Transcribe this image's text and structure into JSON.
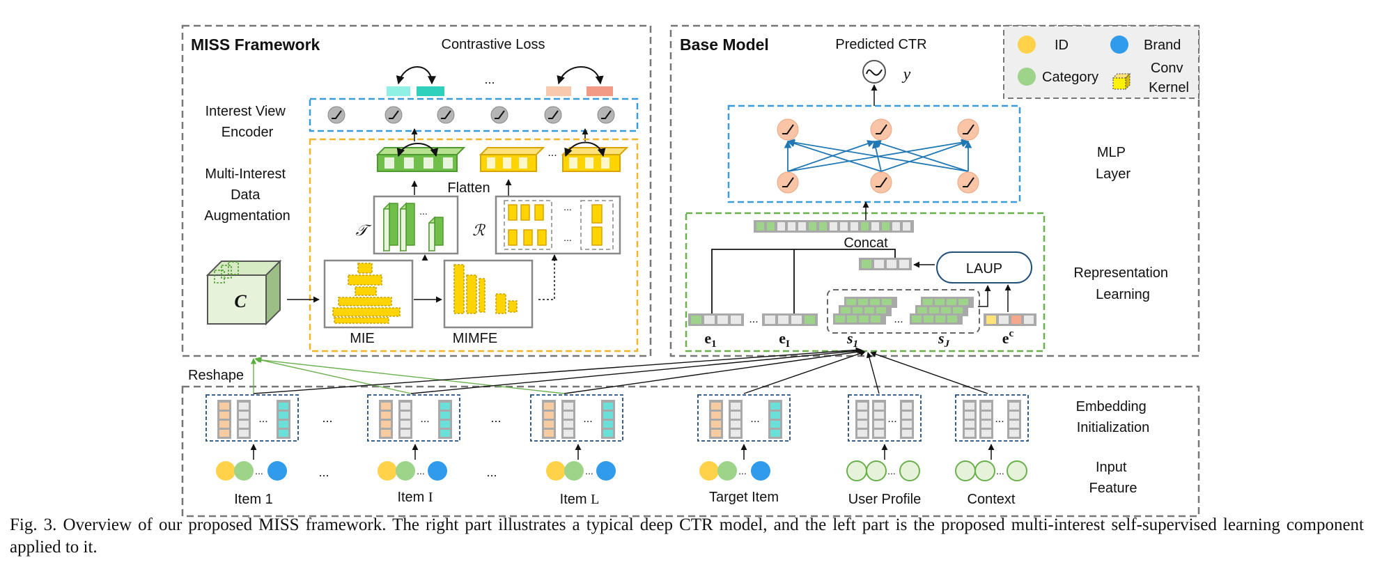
{
  "panels": {
    "miss_title": "MISS Framework",
    "base_title": "Base Model"
  },
  "left": {
    "contrastive_loss": "Contrastive Loss",
    "dots": "...",
    "interest_view_encoder": [
      "Interest View",
      "Encoder"
    ],
    "multi_interest_da": [
      "Multi-Interest",
      "Data",
      "Augmentation"
    ],
    "flatten": "Flatten",
    "op_t": "𝒯",
    "op_r": "ℛ",
    "c_symbol": "C",
    "mie": "MIE",
    "mimfe": "MIMFE",
    "reshape": "Reshape"
  },
  "right": {
    "predicted_ctr": "Predicted CTR",
    "y_symbol": "y",
    "mlp_layer": [
      "MLP",
      "Layer"
    ],
    "concat": "Concat",
    "laup": "LAUP",
    "representation_learning": [
      "Representation",
      "Learning"
    ],
    "e1": "e",
    "e1_sub": "1",
    "eI": "e",
    "eI_sub": "I",
    "s1": "s",
    "s1_sub": "1",
    "sJ": "s",
    "sJ_sub": "J",
    "ec": "e",
    "ec_sup": "c"
  },
  "legend": {
    "id": "ID",
    "brand": "Brand",
    "category": "Category",
    "conv_kernel": [
      "Conv",
      "Kernel"
    ]
  },
  "bottom": {
    "embedding_init": [
      "Embedding",
      "Initialization"
    ],
    "input_feature": [
      "Input",
      "Feature"
    ],
    "item1": "Item 1",
    "itemI_prefix": "Item ",
    "itemI_var": "I",
    "itemL_prefix": "Item ",
    "itemL_var": "L",
    "target_item": "Target Item",
    "user_profile": "User Profile",
    "context": "Context",
    "ellipsis": "..."
  },
  "caption": "Fig. 3.  Overview of our proposed MISS framework. The right part illustrates a typical deep CTR model, and the left part is the proposed multi-interest self-supervised learning component applied to it.",
  "colors": {
    "id_yellow": "#FFD24A",
    "brand_blue": "#2F9BEA",
    "category_green": "#9ED38A",
    "emb_orange": "#F9CBA0",
    "emb_teal": "#6BE0D8",
    "emb_green": "#9ED38A",
    "dash_blue": "#3A9BDC",
    "dash_orange": "#F2B52C",
    "dash_green": "#6AB04C",
    "neuron": "#F9C5A6"
  }
}
